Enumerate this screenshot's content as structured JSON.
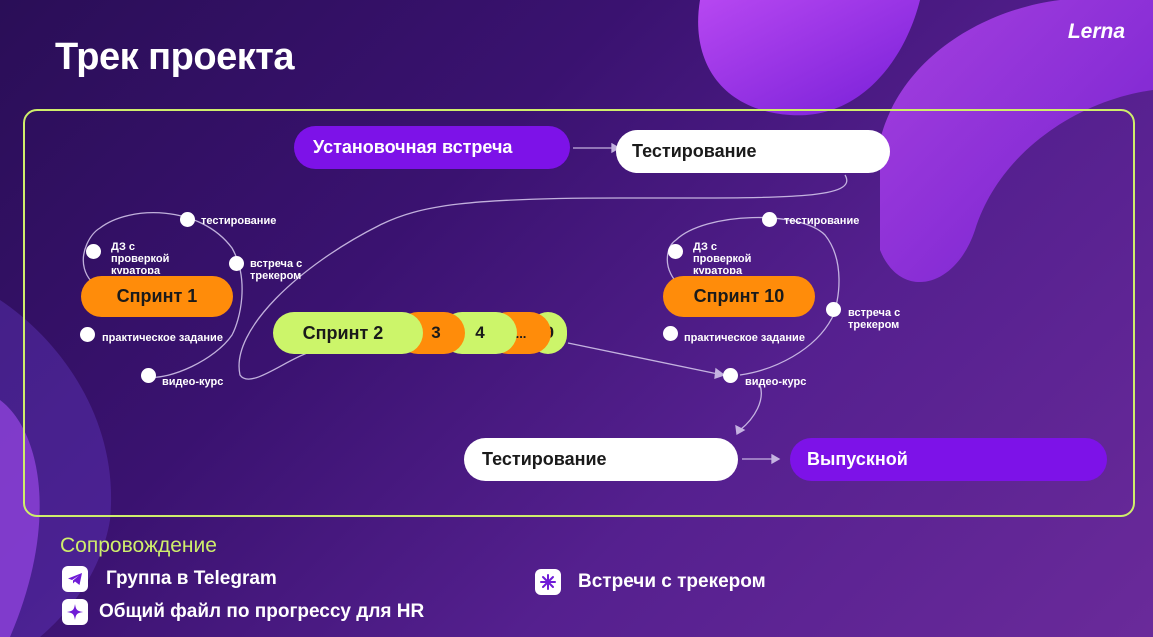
{
  "header": {
    "title": "Трек проекта",
    "logo": "Lerna"
  },
  "track": {
    "kickoff": "Установочная встреча",
    "testing_top": "Тестирование",
    "testing_bottom": "Тестирование",
    "graduation": "Выпускной",
    "sprint1": {
      "label": "Спринт 1",
      "nodes": {
        "test": "тестирование",
        "homework": "ДЗ с проверкой куратора",
        "tracker": "встреча с трекером",
        "practice": "практическое задание",
        "video": "видео-курс"
      }
    },
    "sprint10": {
      "label": "Спринт 10",
      "nodes": {
        "test": "тестирование",
        "homework": "ДЗ с проверкой куратора",
        "tracker": "встреча с трекером",
        "practice": "практическое задание",
        "video": "видео-курс"
      }
    },
    "middle": {
      "sprint2": "Спринт 2",
      "s3": "3",
      "s4": "4",
      "ellipsis": "...",
      "s9": "9"
    }
  },
  "support": {
    "heading": "Сопровождение",
    "items": [
      {
        "label": "Группа в Telegram",
        "icon": "telegram-icon"
      },
      {
        "label": "Общий файл по прогрессу для HR",
        "icon": "sparkle-icon"
      },
      {
        "label": "Встречи с трекером",
        "icon": "asterisk-icon"
      }
    ]
  },
  "colors": {
    "purple": "#7d12e8",
    "orange": "#ff8c0a",
    "lime": "#ccf56a",
    "frame": "#cfee6b"
  }
}
